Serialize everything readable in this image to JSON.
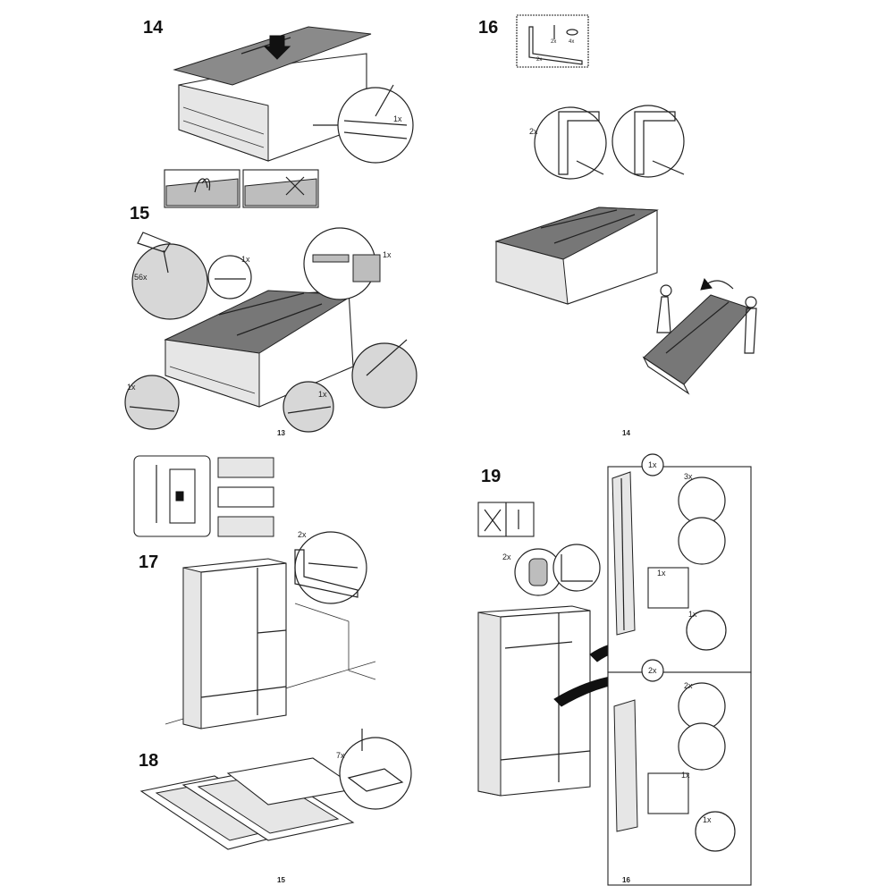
{
  "pages": [
    {
      "page_number": "13",
      "steps": [
        {
          "number": "14",
          "quantities": [
            "1x"
          ]
        },
        {
          "number": "15",
          "quantities": [
            "56x",
            "1x",
            "1x",
            "1x",
            "1x"
          ]
        }
      ]
    },
    {
      "page_number": "14",
      "steps": [
        {
          "number": "16",
          "parts": [
            "2x",
            "4x",
            "2x"
          ],
          "quantities": [
            "2x"
          ]
        }
      ]
    },
    {
      "page_number": "15",
      "steps": [
        {
          "number": "17",
          "quantities": [
            "2x"
          ]
        },
        {
          "number": "18",
          "quantities": [
            "7x"
          ]
        }
      ]
    },
    {
      "page_number": "16",
      "steps": [
        {
          "number": "19",
          "quantities": [
            "2x",
            "1x",
            "3x",
            "1x",
            "1x",
            "2x",
            "2x",
            "1x",
            "1x"
          ]
        }
      ]
    }
  ]
}
